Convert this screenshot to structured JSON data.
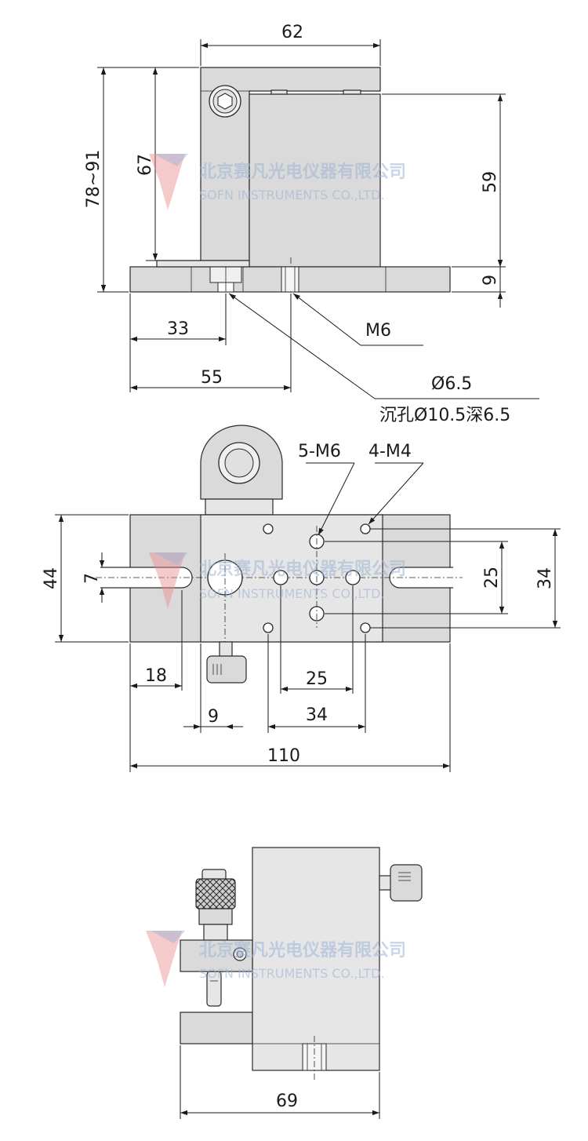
{
  "watermark": {
    "company_cn": "北京赛凡光电仪器有限公司",
    "company_en": "SOFN INSTRUMENTS CO.,LTD."
  },
  "front_view": {
    "dim_width": "62",
    "dim_total_height": "78~91",
    "dim_bracket_height": "67",
    "dim_body_height": "59",
    "dim_base_height": "9",
    "dim_offset_33": "33",
    "dim_offset_55": "55",
    "label_thread": "M6",
    "label_hole_dia": "Ø6.5",
    "label_counterbore": "沉孔Ø10.5深6.5"
  },
  "top_view": {
    "label_holes_m6": "5-M6",
    "label_holes_m4": "4-M4",
    "dim_height_44": "44",
    "dim_slot_7": "7",
    "dim_spacing_25_v": "25",
    "dim_spacing_34_v": "34",
    "dim_slot_18": "18",
    "dim_offset_9": "9",
    "dim_spacing_25_h": "25",
    "dim_spacing_34_h": "34",
    "dim_length_110": "110"
  },
  "side_view": {
    "dim_width_69": "69"
  }
}
